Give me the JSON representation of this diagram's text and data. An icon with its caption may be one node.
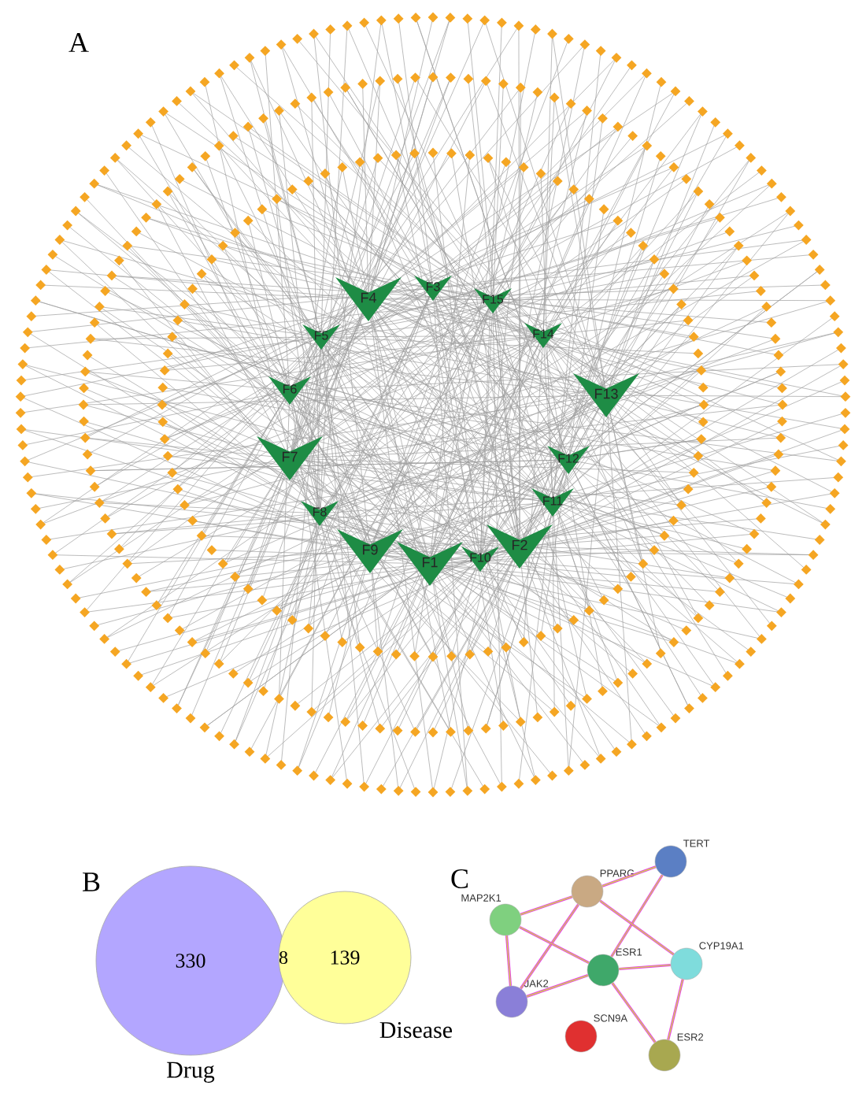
{
  "diagram": {
    "nodes": [
      {
        "text": [
          "F4"
        ]
      },
      {
        "text": [
          "F3"
        ]
      },
      {
        "text": [
          "F15"
        ]
      },
      {
        "text": [
          "F5"
        ]
      },
      {
        "text": [
          "F14"
        ]
      },
      {
        "text": [
          "F6"
        ]
      },
      {
        "text": [
          "F13"
        ]
      },
      {
        "text": [
          "F7"
        ]
      },
      {
        "text": [
          "F12"
        ]
      },
      {
        "text": [
          "F8"
        ]
      },
      {
        "text": [
          "F11"
        ]
      },
      {
        "text": [
          "F9"
        ]
      },
      {
        "text": [
          "F1"
        ]
      },
      {
        "text": [
          "F10"
        ]
      },
      {
        "text": [
          "F2"
        ]
      },
      {
        "text": [
          "330",
          "Drug"
        ]
      },
      {
        "text": [
          "139",
          "Disease"
        ]
      },
      {
        "text": [
          "TERT"
        ]
      },
      {
        "text": [
          "PPARG"
        ]
      },
      {
        "text": [
          "MAP2K1"
        ]
      },
      {
        "text": [
          "ESR1"
        ]
      },
      {
        "text": [
          "CYP19A1"
        ]
      },
      {
        "text": [
          "JAK2"
        ]
      },
      {
        "text": [
          "SCN9A"
        ]
      },
      {
        "text": [
          "ESR2"
        ]
      }
    ],
    "edges": [
      {
        "from": 18,
        "to": 17,
        "arrow": "none"
      },
      {
        "from": 17,
        "to": 20,
        "arrow": "none"
      },
      {
        "from": 18,
        "to": 19,
        "arrow": "none"
      },
      {
        "from": 18,
        "to": 22,
        "arrow": "none"
      },
      {
        "from": 18,
        "to": 21,
        "arrow": "none"
      },
      {
        "from": 19,
        "to": 22,
        "arrow": "none"
      },
      {
        "from": 19,
        "to": 20,
        "arrow": "none"
      },
      {
        "from": 20,
        "to": 22,
        "arrow": "none"
      },
      {
        "from": 20,
        "to": 21,
        "arrow": "none"
      },
      {
        "from": 20,
        "to": 24,
        "arrow": "none"
      },
      {
        "from": 21,
        "to": 24,
        "arrow": "none"
      }
    ],
    "labels": [
      "A",
      "B",
      "8",
      "C"
    ]
  }
}
